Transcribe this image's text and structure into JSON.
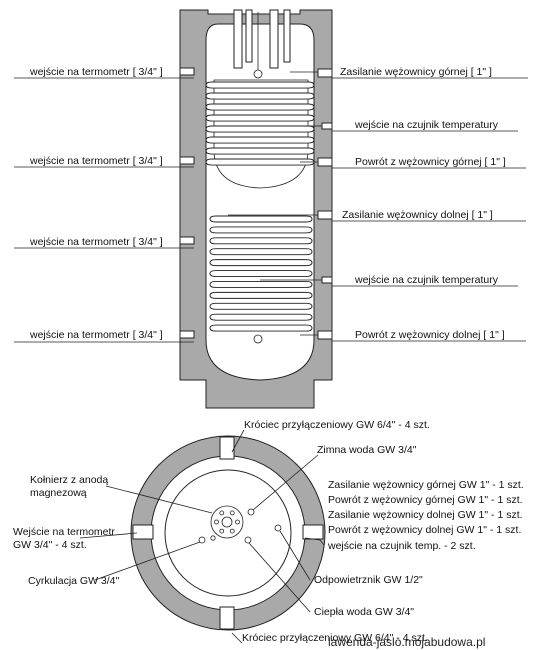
{
  "top_view": {
    "left_labels": [
      "wejście na termometr [ 3/4\" ]",
      "wejście na termometr [ 3/4\" ]",
      "wejście na termometr [ 3/4\" ]",
      "wejście na termometr [ 3/4\" ]"
    ],
    "right_labels": [
      "Zasilanie wężownicy górnej [ 1\" ]",
      "wejście na czujnik temperatury",
      "Powrót z wężownicy górnej [ 1\" ]",
      "Zasilanie wężownicy dolnej [ 1\" ]",
      "wejście na czujnik temperatury",
      "Powrót z wężownicy dolnej [ 1\" ]"
    ]
  },
  "bottom_view": {
    "top_label": "Króciec przyłączeniowy GW 6/4\" - 4 szt.",
    "zimna": "Zimna woda GW 3/4\"",
    "kolnierz_line1": "Kołnierz z anodą",
    "kolnierz_line2": "magnezową",
    "right_block": [
      "Zasilanie wężownicy górnej GW 1\"  - 1 szt.",
      "Powrót z wężownicy górnej GW 1\" - 1 szt.",
      "Zasilanie wężownicy dolnej GW 1\" - 1 szt.",
      "Powrót z wężownicy dolnej GW 1\" - 1 szt.",
      "wejście na czujnik temp. - 2 szt."
    ],
    "wejscie_line1": "Wejście na termometr",
    "wejscie_line2": "GW 3/4\" - 4 szt.",
    "cyrkulacja": "Cyrkulacja GW 3/4\"",
    "odpowietrznik": "Odpowietrznik GW 1/2\"",
    "ciepla": "Ciepła woda GW 3/4\"",
    "bottom_label": "Króciec przyłączeniowy GW 6/4\" - 4 szt."
  },
  "watermark": "lawenda-jaslo.mojabudowa.pl",
  "colors": {
    "insulation": "#a9a9a9",
    "tank": "#ffffff",
    "line": "#222222"
  }
}
